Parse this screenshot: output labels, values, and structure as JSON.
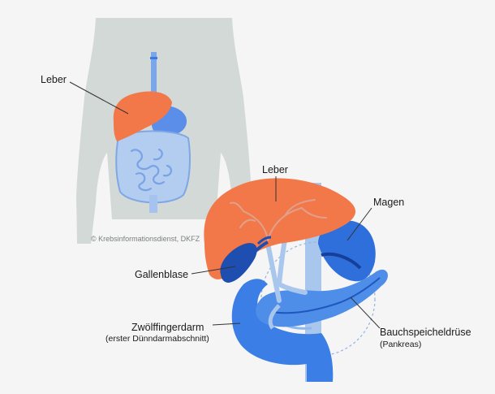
{
  "copyright": "© Krebsinformationsdienst, DKFZ",
  "labels": {
    "body_liver": "Leber",
    "liver": "Leber",
    "stomach": "Magen",
    "gallbladder": "Gallenblase",
    "duodenum": "Zwölffingerdarm",
    "duodenum_sub": "(erster Dünndarmabschnitt)",
    "pancreas": "Bauchspeicheldrüse",
    "pancreas_sub": "(Pankreas)"
  },
  "colors": {
    "background": "#f4f5f4",
    "body_silhouette": "#d3d9d6",
    "liver": "#f2784a",
    "liver_vessels": "#e0a08a",
    "stomach": "#2f6fdc",
    "stomach_light": "#5a8ee8",
    "duodenum": "#3b7ee6",
    "pancreas": "#4f8ee8",
    "pancreas_duct": "#1f56c0",
    "gallbladder": "#1e4eb0",
    "vessels_light": "#a9c6ec",
    "intestine": "#a5c3ee"
  }
}
